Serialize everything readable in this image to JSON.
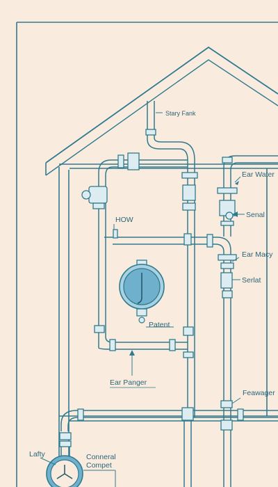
{
  "colors": {
    "background": "#f9ecdf",
    "line": "#2f7a8e",
    "pipe_fill": "#fdf6ee",
    "fitting_fill": "#dcecf1",
    "gauge_fill": "#6fb1cc",
    "gauge_ring": "#a8d2e2",
    "text": "#2a6478"
  },
  "labels": {
    "stack_tank": "Stary Fank",
    "ear_water": "Ear Water",
    "serial_top": "Senal",
    "ear_macy": "Ear Macy",
    "serial_mid": "Serlat",
    "how": "HOW",
    "patent": "Patent",
    "ear_panger": "Ear Panger",
    "feawager": "Feawager",
    "lafty": "Lafty",
    "conneral_line1": "Conneral",
    "conneral_line2": "Compet"
  },
  "icons": {
    "main_gauge": "pressure-gauge-icon",
    "bottom_gauge": "clock-dial-icon",
    "valves": "pipe-valve-icon"
  }
}
